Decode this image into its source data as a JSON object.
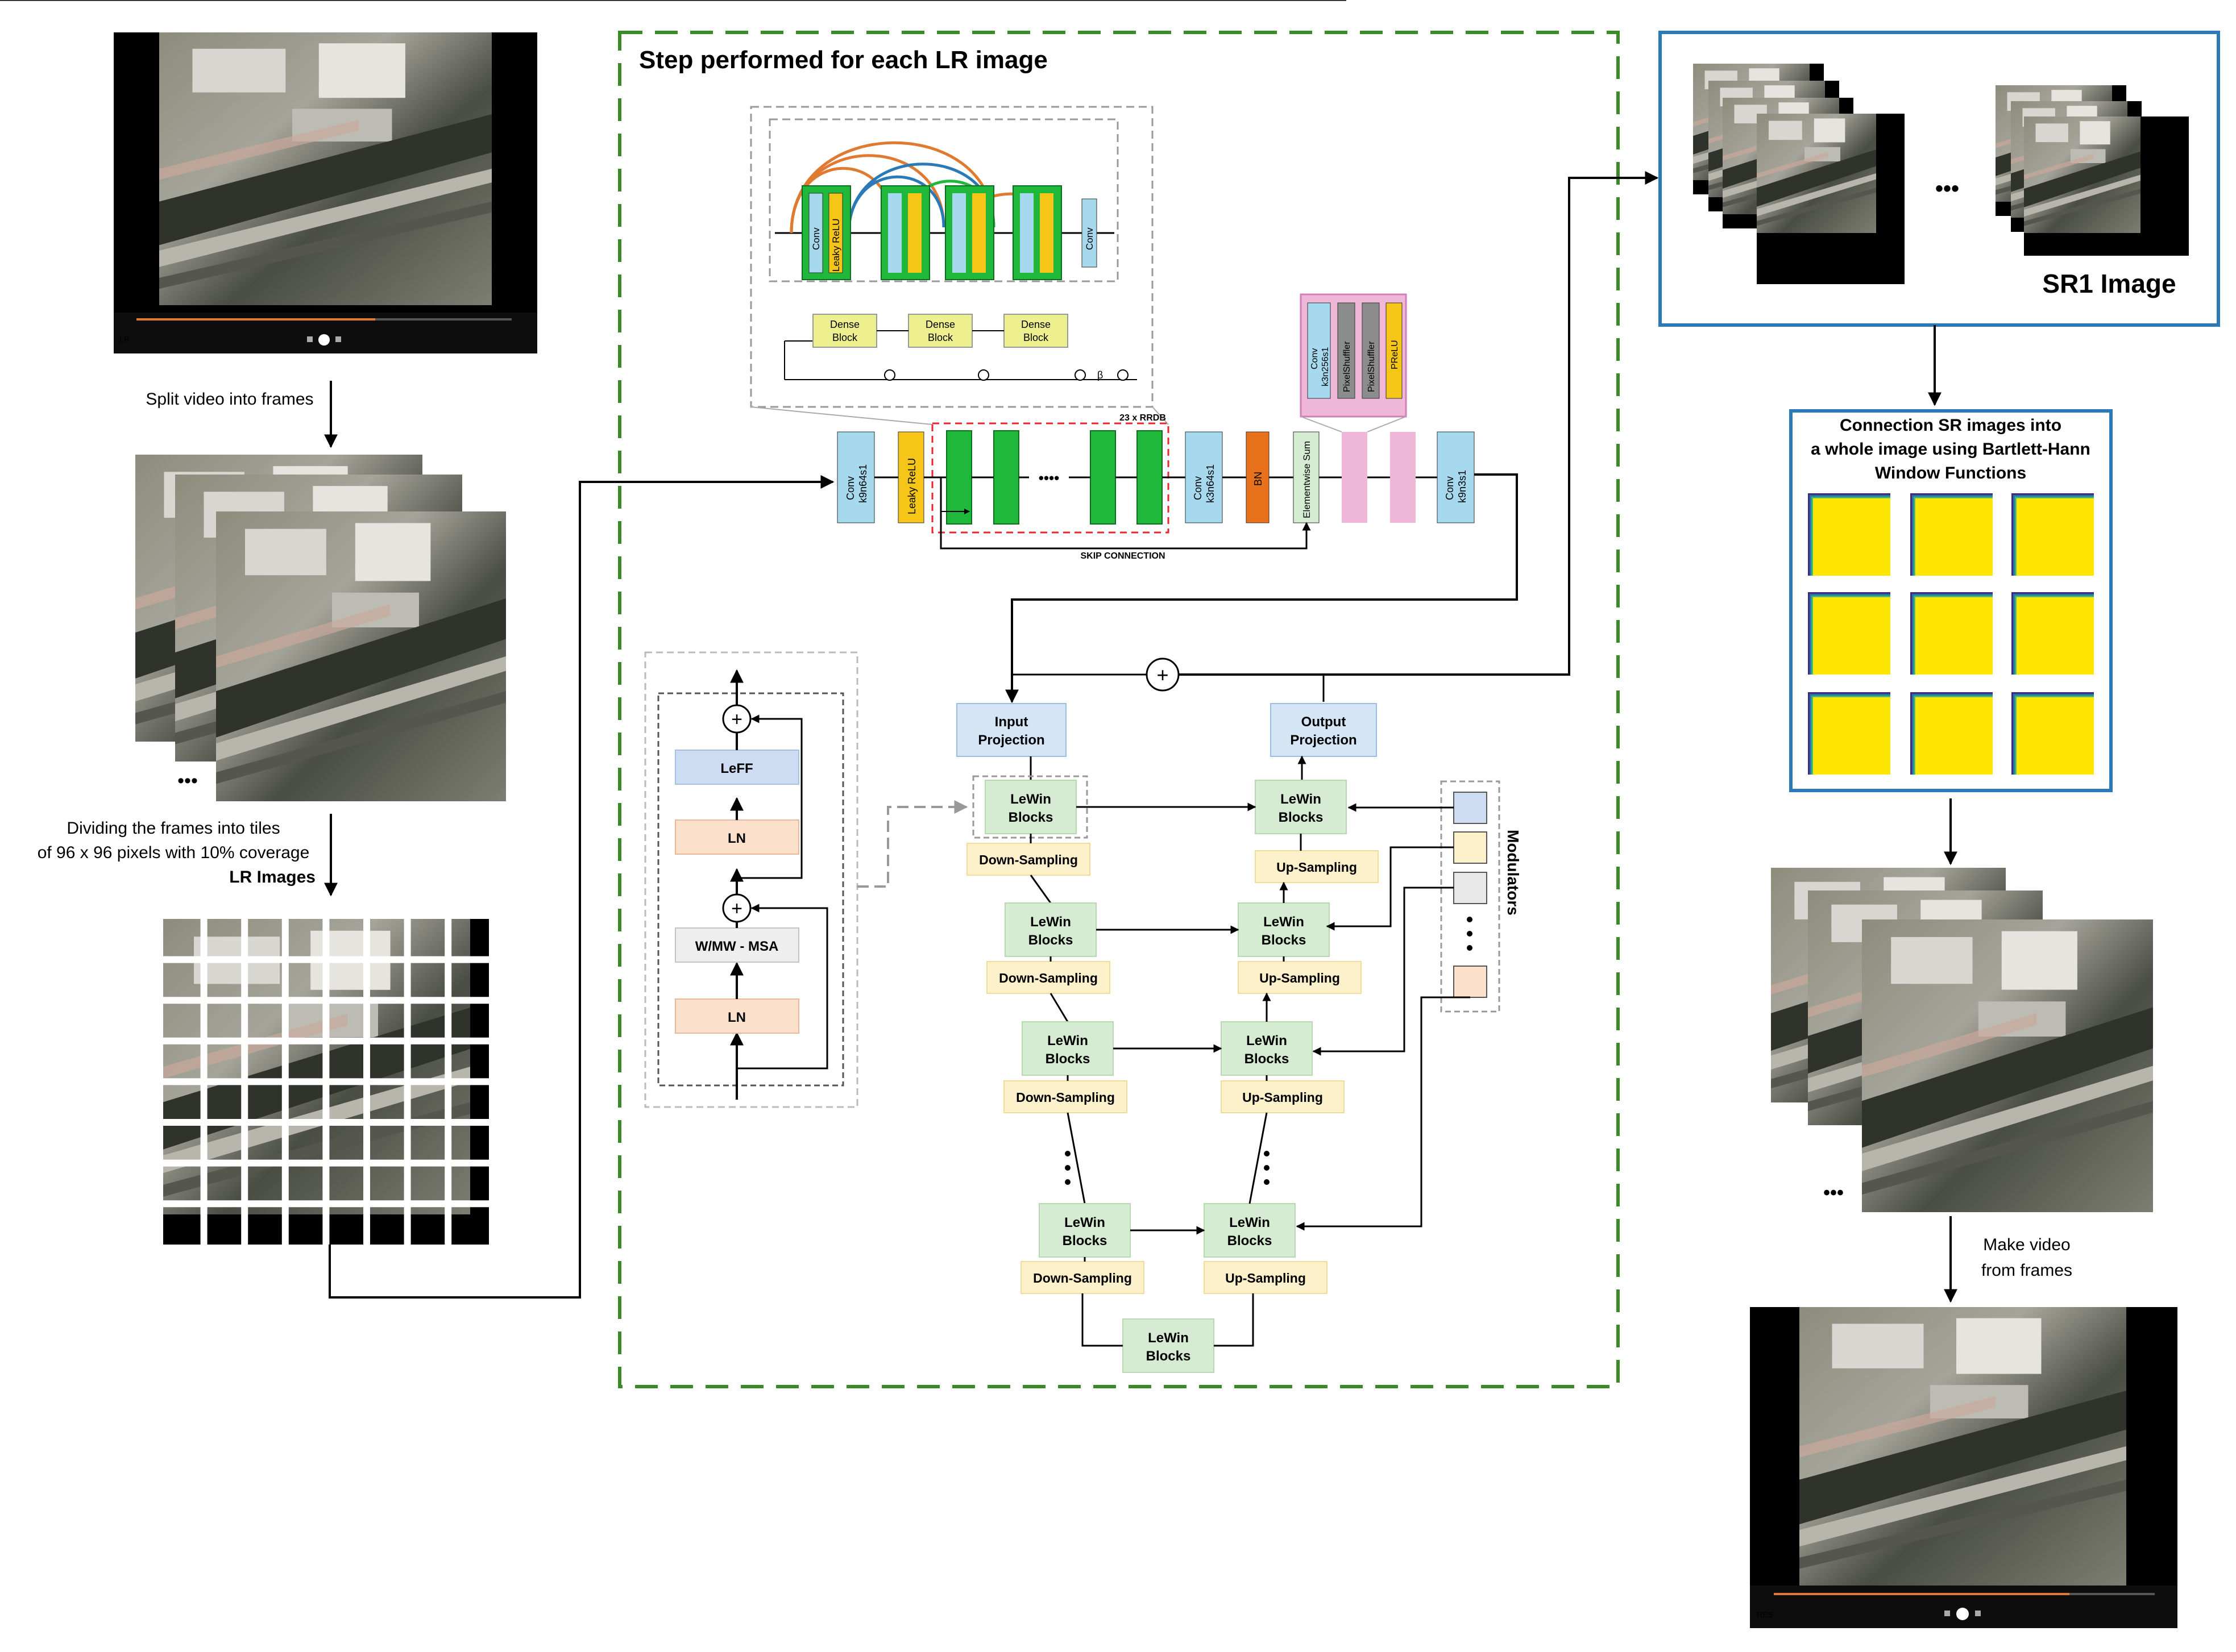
{
  "left_column": {
    "split_label": "Split video into frames",
    "divide_label_1": "Dividing the frames into tiles",
    "divide_label_2": "of 96 x 96 pixels with 10% coverage",
    "lr_images_label": "LR Images",
    "ellipsis": "•••",
    "player_tag": "LR"
  },
  "step": {
    "title": "Step performed for each LR image"
  },
  "rrdb": {
    "conv_label": "Conv",
    "leaky_label": "Leaky ReLU",
    "conv_small": "Conv",
    "dense_block_1": "Dense",
    "dense_block_2": "Block",
    "beta": "β",
    "repeat_label": "23 x RRDB",
    "skip_label": "SKIP CONNECTION"
  },
  "esrgan_chain": {
    "conv1_a": "Conv",
    "conv1_b": "k9n64s1",
    "leaky": "Leaky ReLU",
    "dots": "••••",
    "conv2_a": "Conv",
    "conv2_b": "k3n64s1",
    "bn": "BN",
    "elementwise": "Elementwise Sum",
    "conv3_a": "Conv",
    "conv3_b": "k9n3s1"
  },
  "upsample_block": {
    "conv_a": "Conv",
    "conv_b": "k3n256s1",
    "pixelshuffler_1": "PixelShuffler",
    "pixelshuffler_2": "PixelShuffler",
    "prelu": "PReLU"
  },
  "lewin_detail": {
    "leff": "LeFF",
    "ln_top": "LN",
    "wmsa": "W/MW - MSA",
    "ln_bottom": "LN",
    "plus": "+"
  },
  "uformer": {
    "input_projection_1": "Input",
    "input_projection_2": "Projection",
    "output_projection_1": "Output",
    "output_projection_2": "Projection",
    "lewin_1": "LeWin",
    "lewin_2": "Blocks",
    "down_sampling": "Down-Sampling",
    "up_sampling": "Up-Sampling",
    "modulators": "Modulators",
    "vdots": "•",
    "plus": "+"
  },
  "right_column": {
    "sr1_label": "SR1 Image",
    "sr_ellipsis": "•••",
    "connection_1": "Connection SR images into",
    "connection_2": "a whole image using Bartlett-Hann",
    "connection_3": "Window Functions",
    "make_video_1": "Make video",
    "make_video_2": "from frames",
    "player_tag": "RES"
  },
  "colors": {
    "dashed_green": "#3a8a2a",
    "box_blue_border": "#2a7ab8",
    "conv_blue": "#a6d8ee",
    "leaky_yellow": "#f5c518",
    "rrdb_green": "#1fb83a",
    "bn_orange": "#e8721c",
    "pink": "#f0b8d8",
    "lewin_green": "#d6ecd2",
    "down_yellow": "#fdf1cc",
    "proj_blue": "#d4e6f6",
    "ln_peach": "#fbe0cc",
    "leff_blue": "#cddcf2",
    "tile_yellow": "#ffe600"
  }
}
